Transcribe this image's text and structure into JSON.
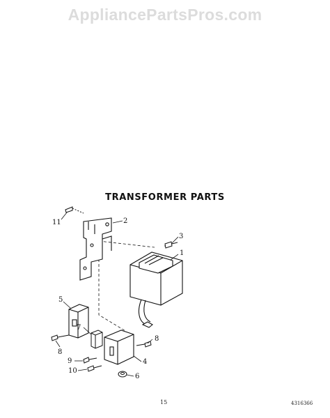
{
  "watermark": "AppliancePartsPros.com",
  "title": "TRANSFORMER PARTS",
  "callouts": {
    "c1": "1",
    "c2": "2",
    "c3": "3",
    "c4": "4",
    "c5": "5",
    "c6": "6",
    "c7": "7",
    "c8a": "8",
    "c8b": "8",
    "c9": "9",
    "c10": "10",
    "c11": "11"
  },
  "footer": {
    "page_number": "15",
    "doc_number": "4316366"
  },
  "colors": {
    "ink": "#111111",
    "watermark": "#dcdcdc"
  }
}
